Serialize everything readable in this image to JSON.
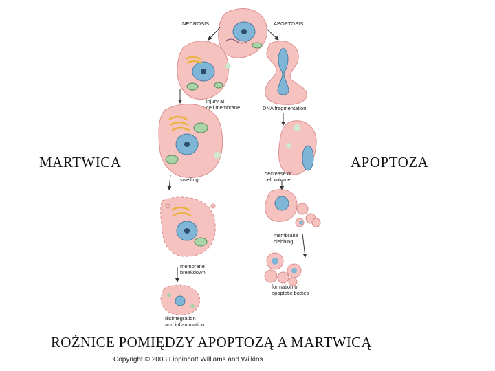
{
  "labels": {
    "left": "MARTWICA",
    "right": "APOPTOZA",
    "caption": "ROŻNICE POMIĘDZY APOPTOZĄ A MARTWICĄ",
    "copyright": "Copyright © 2003 Lippincott Williams and Wilkins"
  },
  "diagram": {
    "necrosis_title": "NECROSIS",
    "apoptosis_title": "APOPTOSIS",
    "steps": {
      "injury_1": "injury at",
      "injury_2": "cell membrane",
      "dna": "DNA fragmentation",
      "decrease_1": "decrease of",
      "decrease_2": "cell volume",
      "swelling": "swelling",
      "blebbing_1": "membrane",
      "blebbing_2": "blebbing",
      "breakdown_1": "membrane",
      "breakdown_2": "breakdown",
      "bodies_1": "formation of",
      "bodies_2": "apoptotic bodies",
      "disint_1": "disintegration",
      "disint_2": "and inflammation"
    }
  },
  "colors": {
    "cytoplasm": "#f6c2c0",
    "membrane": "#d98e8e",
    "nucleus": "#7fb6d8",
    "golgi": "#e7b441",
    "mito": "#a8d4a8",
    "er": "#6b4b6b"
  }
}
